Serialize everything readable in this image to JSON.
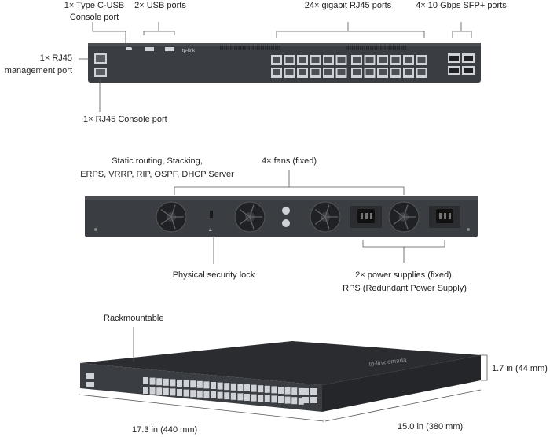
{
  "front": {
    "type_c_line1": "1× Type C-USB",
    "type_c_line2": "Console port",
    "usb": "2× USB ports",
    "rj45": "24× gigabit RJ45 ports",
    "sfp": "4× 10 Gbps SFP+ ports",
    "mgmt_line1": "1× RJ45",
    "mgmt_line2": "management port",
    "console": "1× RJ45 Console port",
    "brand": "tp-link"
  },
  "rear": {
    "features_line1": "Static routing, Stacking,",
    "features_line2": "ERPS, VRRP, RIP, OSPF, DHCP Server",
    "fans": "4× fans (fixed)",
    "lock": "Physical security lock",
    "power_line1": "2× power supplies (fixed),",
    "power_line2": "RPS (Redundant Power Supply)"
  },
  "iso": {
    "rack": "Rackmountable",
    "height": "1.7 in (44 mm)",
    "width": "17.3 in (440 mm)",
    "depth": "15.0 in (380 mm)",
    "brand": "tp-link omada"
  },
  "colors": {
    "chassis": "#3a3d42",
    "chassis_dark": "#2a2c30",
    "port": "#cfd2d6",
    "line": "#555555"
  }
}
